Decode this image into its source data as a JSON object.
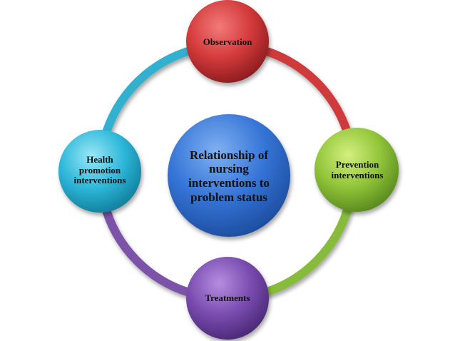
{
  "diagram": {
    "type": "cycle",
    "center": {
      "label": "Relationship of nursing interventions to problem status",
      "lines": [
        "Relationship of",
        "nursing",
        "interventions to",
        "problem status"
      ],
      "color": "#2e6fd1"
    },
    "nodes": [
      {
        "id": "observation",
        "lines": [
          "Observation"
        ],
        "color": "#d8383a"
      },
      {
        "id": "prevention",
        "lines": [
          "Prevention",
          "interventions"
        ],
        "color": "#8fc43a"
      },
      {
        "id": "treatments",
        "lines": [
          "Treatments"
        ],
        "color": "#7a4fae"
      },
      {
        "id": "health-promotion",
        "lines": [
          "Health",
          "promotion",
          "interventions"
        ],
        "color": "#2bb8d8"
      }
    ],
    "arcs": [
      {
        "from": "observation",
        "to": "prevention",
        "color": "#cf3a3c"
      },
      {
        "from": "prevention",
        "to": "treatments",
        "color": "#86bb3b"
      },
      {
        "from": "treatments",
        "to": "health-promotion",
        "color": "#7c52a8"
      },
      {
        "from": "health-promotion",
        "to": "observation",
        "color": "#33b0d0"
      }
    ]
  }
}
